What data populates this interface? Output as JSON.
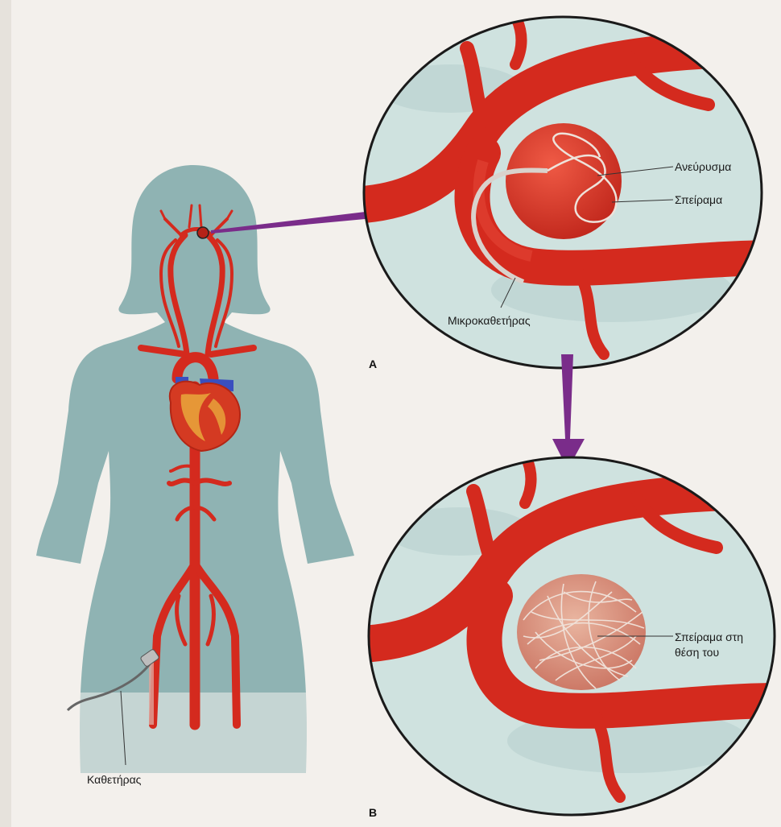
{
  "labels": {
    "aneurysm": "Ανεύρυσμα",
    "coil": "Σπείραμα",
    "microcatheter": "Μικροκαθετήρας",
    "catheter": "Καθετήρας",
    "coil_in_place_line1": "Σπείραμα στη",
    "coil_in_place_line2": "θέση του"
  },
  "panels": {
    "a": "A",
    "b": "B"
  },
  "colors": {
    "page": "#f3f0ec",
    "silhouette": "#8fb3b3",
    "artery": "#d42a1e",
    "artery_dark": "#a81c12",
    "vein": "#3a4fbf",
    "heart": "#e8a23a",
    "inset_bg": "#cfe2df",
    "arrow": "#7a2c8a",
    "coil": "#e9dcd2"
  },
  "icons": {
    "arrow_to_inset": "arrow-right-icon",
    "arrow_down": "arrow-down-icon",
    "heart": "heart-icon"
  }
}
